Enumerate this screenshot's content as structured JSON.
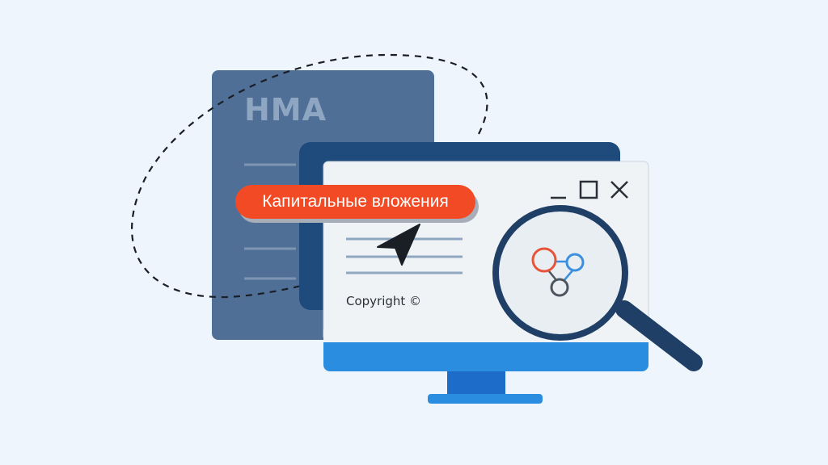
{
  "document": {
    "title": "НМА"
  },
  "tag": {
    "label": "Капитальные вложения"
  },
  "window": {
    "copyright": "Copyright ©"
  },
  "colors": {
    "background": "#eef5fc",
    "document": "#506f97",
    "monitor_back": "#1f4a7c",
    "screen": "#f0f3f6",
    "monitor_bezel": "#2a8de0",
    "stand": "#1d6cc9",
    "tag": "#f24a24",
    "magnifier_rim": "#1f3f66",
    "node_orange": "#e8543a",
    "node_blue": "#3a8fe0",
    "node_gray": "#4d5560"
  },
  "icons": {
    "cursor": "arrow-cursor-icon",
    "minimize": "minimize-icon",
    "maximize": "maximize-icon",
    "close": "close-icon",
    "magnifier": "magnifier-icon",
    "network": "network-nodes-icon"
  }
}
